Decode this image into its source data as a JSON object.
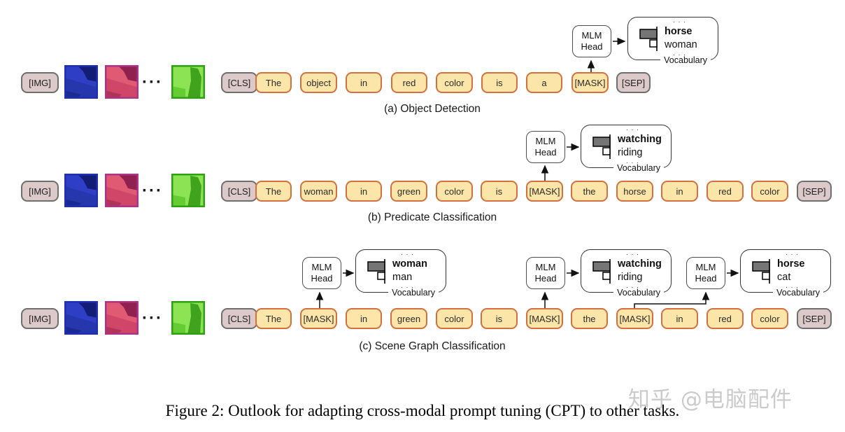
{
  "special": {
    "img": "[IMG]",
    "cls": "[CLS]",
    "sep": "[SEP]",
    "dots": "···",
    "vdots": "· · ·"
  },
  "rows": [
    {
      "caption": "(a) Object Detection",
      "tokens": [
        "The",
        "object",
        "in",
        "red",
        "color",
        "is",
        "a",
        "[MASK]"
      ],
      "heads": [
        {
          "label": "MLM Head",
          "vocab_top": "horse",
          "vocab_bottom": "woman",
          "vocab_label": "Vocabulary"
        }
      ]
    },
    {
      "caption": "(b) Predicate Classification",
      "tokens": [
        "The",
        "woman",
        "in",
        "green",
        "color",
        "is",
        "[MASK]",
        "the",
        "horse",
        "in",
        "red",
        "color"
      ],
      "heads": [
        {
          "label": "MLM Head",
          "vocab_top": "watching",
          "vocab_bottom": "riding",
          "vocab_label": "Vocabulary"
        }
      ]
    },
    {
      "caption": "(c) Scene Graph Classification",
      "tokens": [
        "The",
        "[MASK]",
        "in",
        "green",
        "color",
        "is",
        "[MASK]",
        "the",
        "[MASK]",
        "in",
        "red",
        "color"
      ],
      "heads": [
        {
          "label": "MLM Head",
          "vocab_top": "woman",
          "vocab_bottom": "man",
          "vocab_label": "Vocabulary"
        },
        {
          "label": "MLM Head",
          "vocab_top": "watching",
          "vocab_bottom": "riding",
          "vocab_label": "Vocabulary"
        },
        {
          "label": "MLM Head",
          "vocab_top": "horse",
          "vocab_bottom": "cat",
          "vocab_label": "Vocabulary"
        }
      ]
    }
  ],
  "figure_caption": "Figure 2: Outlook for adapting cross-modal prompt tuning (CPT) to other tasks.",
  "watermark": "知乎 @电脑配件",
  "colors": {
    "token_bg": "#fce5a8",
    "token_border": "#d2703f",
    "special_bg": "#dcc9c9",
    "special_border": "#6e6e6e",
    "patch_blue": "#2e3ec5",
    "patch_pink": "#e05a73",
    "patch_green": "#8ce455"
  }
}
